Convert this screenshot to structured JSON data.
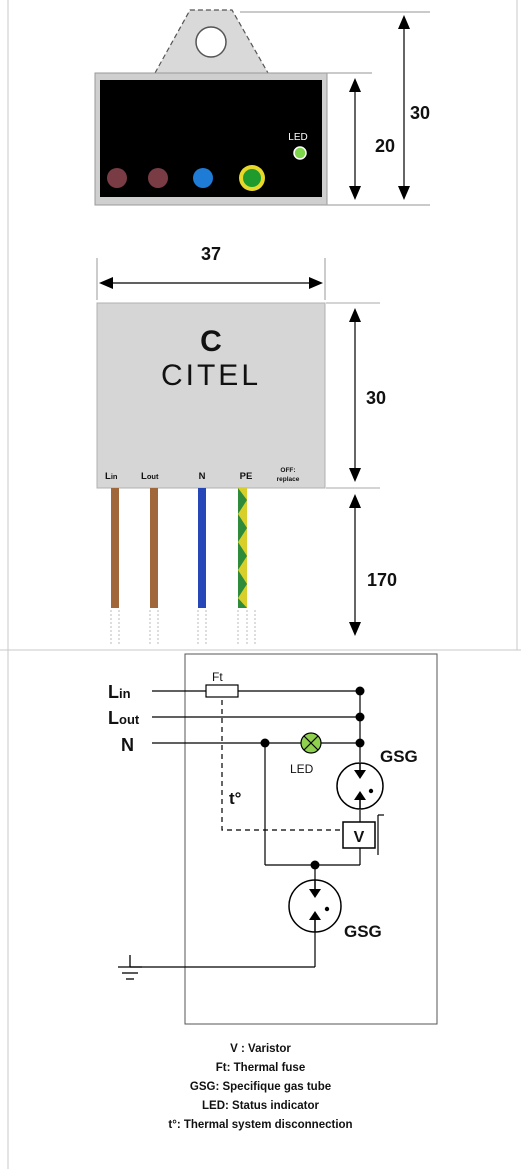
{
  "top_view": {
    "led_label": "LED",
    "dim_height_inner": "20",
    "dim_height_outer": "30",
    "indicator_colors": [
      "#7a3c44",
      "#7a3c44",
      "#1e7bd6",
      "#1f9a2c"
    ],
    "led_color": "#7dd64a"
  },
  "front_view": {
    "dim_width": "37",
    "dim_height": "30",
    "dim_cable": "170",
    "brand": "CITEL",
    "brand_mark": "C",
    "terminals": {
      "lin_main": "L",
      "lin_sub": "in",
      "lout_main": "L",
      "lout_sub": "out",
      "n": "N",
      "pe": "PE",
      "off_line1": "OFF:",
      "off_line2": "replace"
    },
    "wire_colors": {
      "brown": "#a0683a",
      "blue": "#2547b8",
      "yellow": "#d8cf2a",
      "green": "#2e8b3a"
    }
  },
  "schematic": {
    "lin_main": "L",
    "lin_sub": "in",
    "lout_main": "L",
    "lout_sub": "out",
    "n_label": "N",
    "ft_label": "Ft",
    "led_label": "LED",
    "t_label": "t°",
    "v_label": "V",
    "gsg_top": "GSG",
    "gsg_bottom": "GSG",
    "led_color": "#8fd14f"
  },
  "legend": [
    "V : Varistor",
    "Ft: Thermal fuse",
    "GSG: Specifique gas tube",
    "LED: Status indicator",
    "t°: Thermal system disconnection"
  ]
}
